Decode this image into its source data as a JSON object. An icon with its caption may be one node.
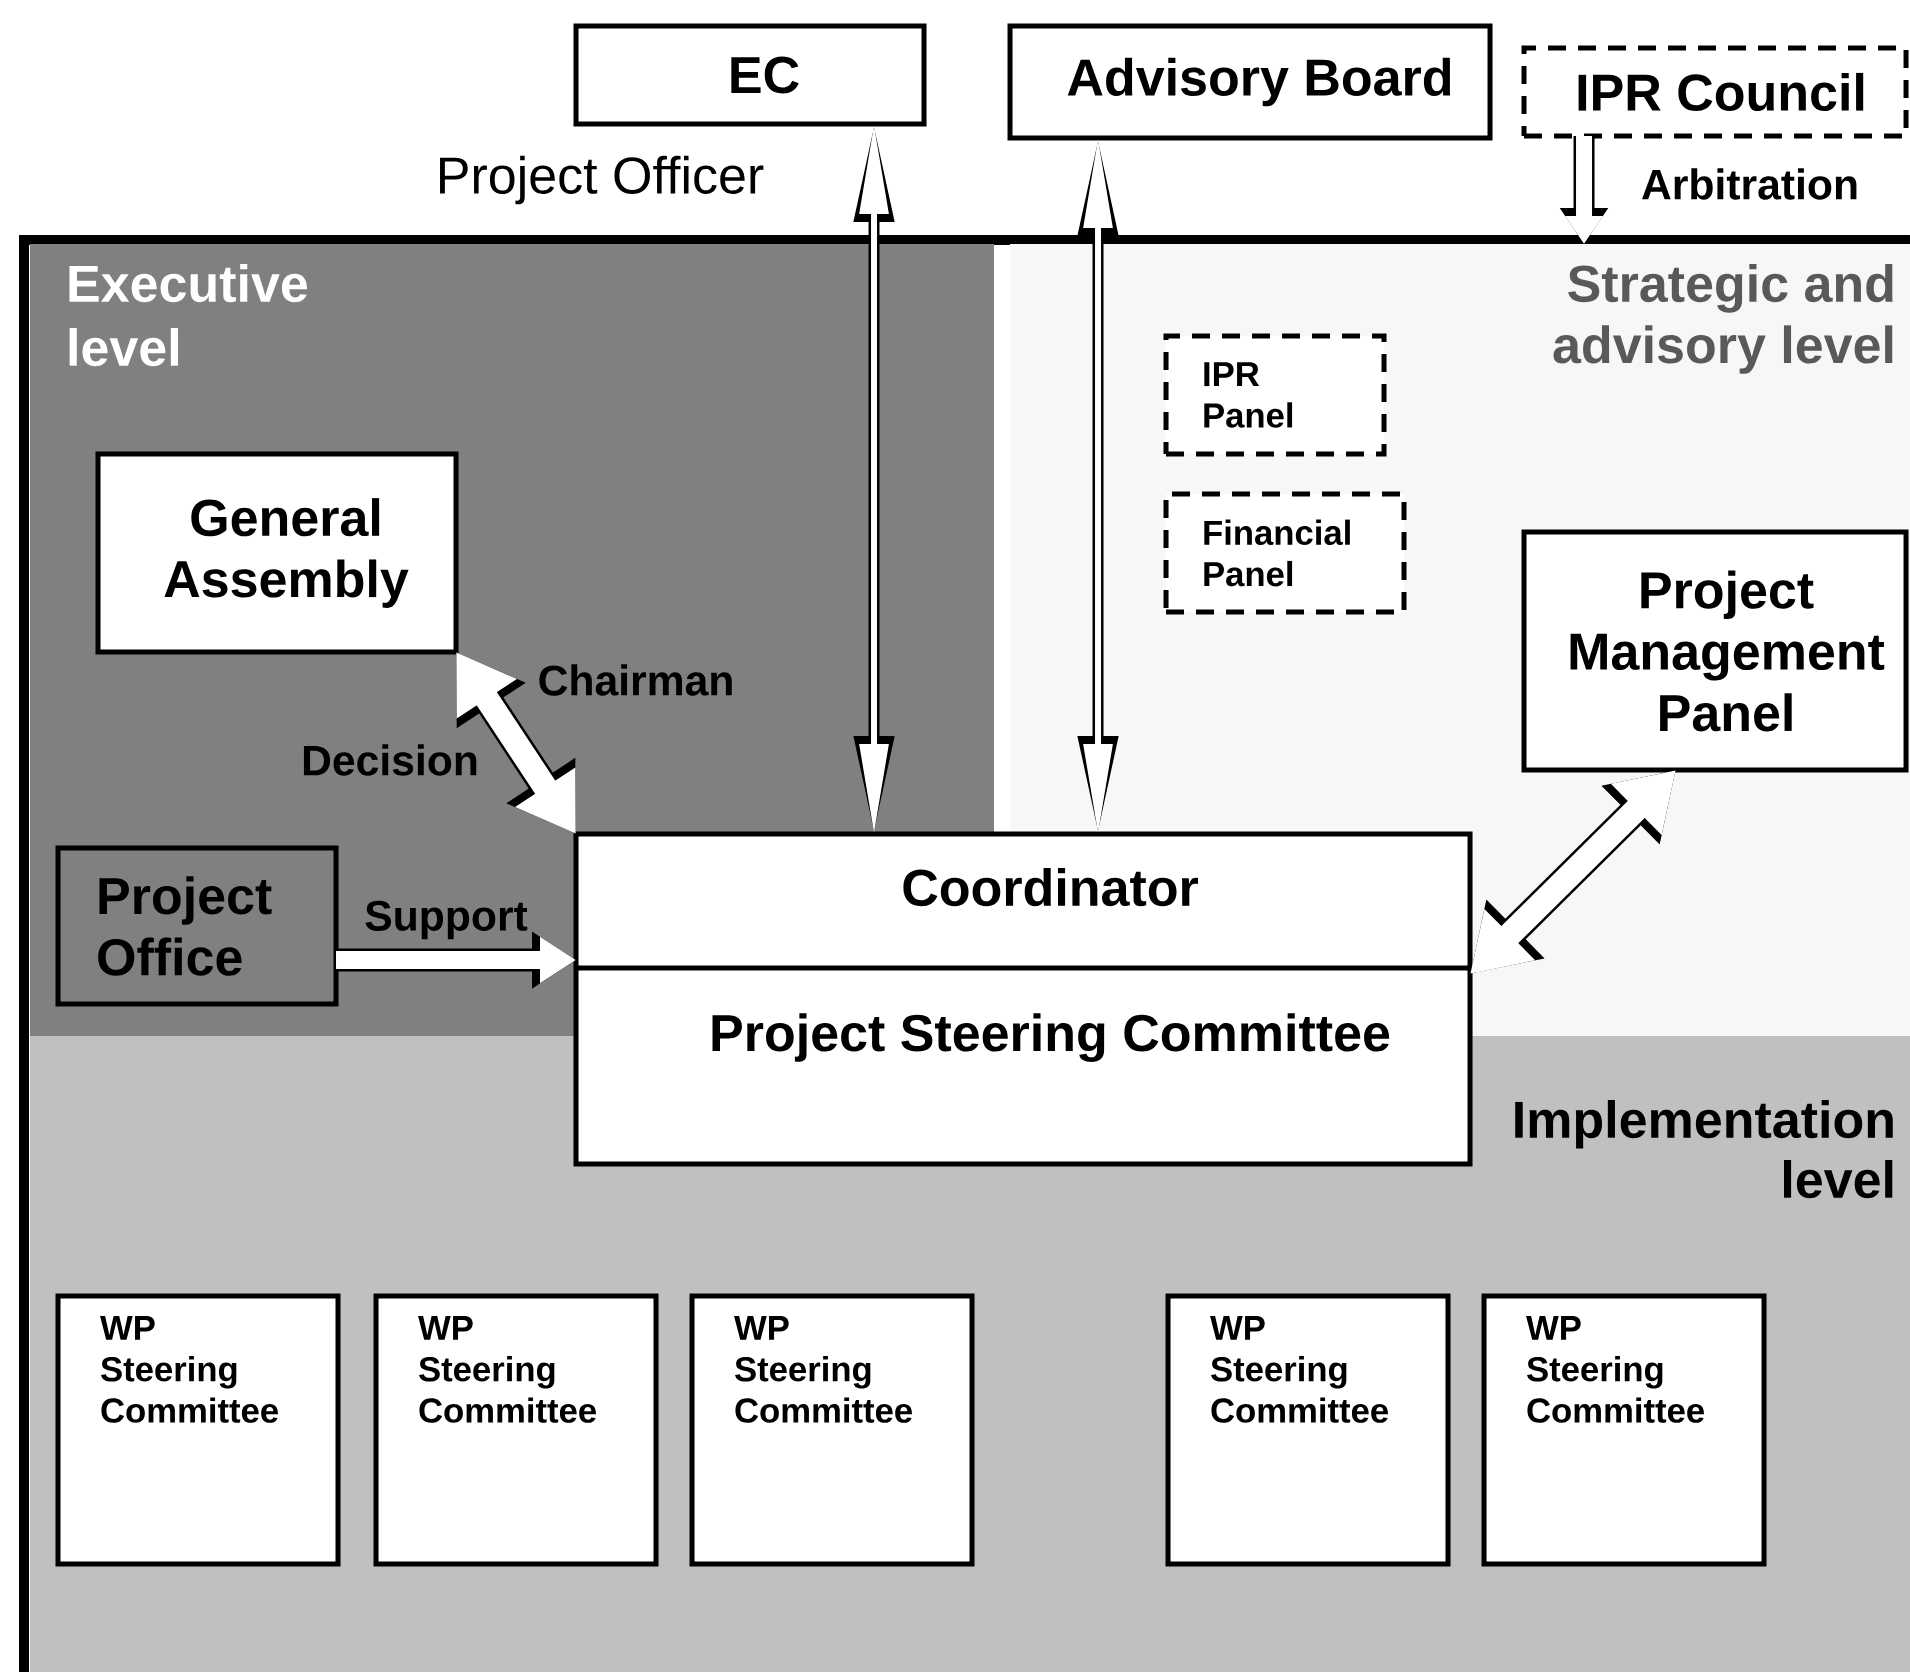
{
  "diagram": {
    "nodes": [
      {
        "text": [
          "EC"
        ],
        "beside": [
          "Project Officer"
        ]
      },
      {
        "text": [
          "Advisory Board"
        ]
      },
      {
        "text": [
          "IPR Council"
        ]
      },
      {
        "text": [
          "Executive level"
        ]
      },
      {
        "text": [
          "Strategic and advisory level"
        ]
      },
      {
        "text": [
          "Implementation level"
        ]
      },
      {
        "text": [
          "General Assembly"
        ],
        "in": 3
      },
      {
        "text": [
          "Project Office"
        ],
        "in": 3
      },
      {
        "text": [
          "IPR Panel"
        ],
        "in": 4
      },
      {
        "text": [
          "Financial Panel"
        ],
        "in": 4
      },
      {
        "text": [
          "Project Management Panel"
        ],
        "in": 4
      },
      {
        "text": [
          "Coordinator",
          "Project Steering Committee"
        ]
      },
      {
        "text": [
          "WP Steering Committee"
        ],
        "in": 5
      },
      {
        "text": [
          "WP Steering Committee"
        ],
        "in": 5
      },
      {
        "text": [
          "WP Steering Committee"
        ],
        "in": 5
      },
      {
        "text": [
          "WP Steering Committee"
        ],
        "in": 5
      },
      {
        "text": [
          "WP Steering Committee"
        ],
        "in": 5
      }
    ],
    "edges": [
      {
        "from": 0,
        "to": 11,
        "arrow": "both"
      },
      {
        "from": 1,
        "to": 11,
        "arrow": "both"
      },
      {
        "from": 2,
        "to": 4,
        "arrow": "to",
        "label": "Arbitration"
      },
      {
        "from": 6,
        "to": 11,
        "arrow": "both",
        "label": "Chairman"
      },
      {
        "from": 7,
        "to": 11,
        "arrow": "to",
        "label": "Support"
      },
      {
        "from": 10,
        "to": 11,
        "arrow": "both"
      }
    ],
    "labels": [
      "Decision"
    ]
  }
}
